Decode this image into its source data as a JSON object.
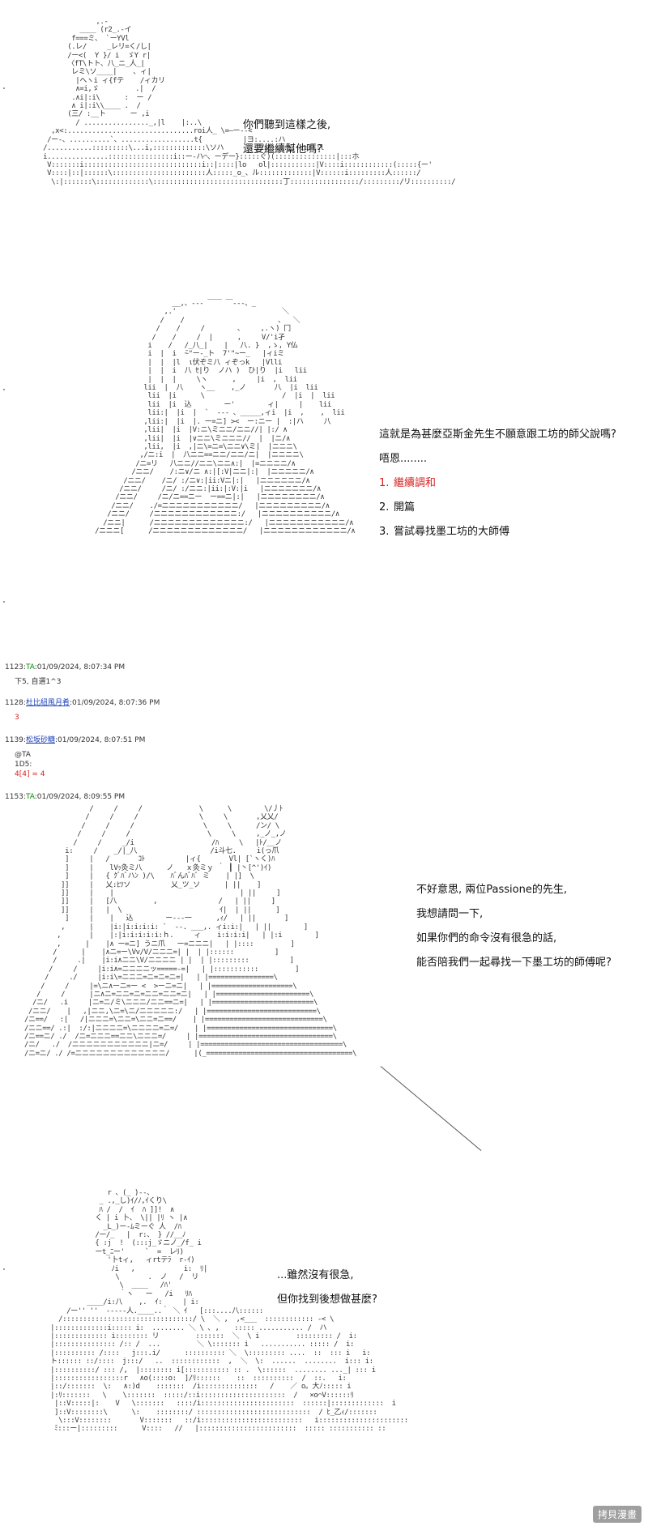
{
  "scene1": {
    "dialog": [
      "你們聽到這樣之後,",
      "還要繼續幫他嗎?"
    ]
  },
  "scene2": {
    "dialog": [
      "這就是為甚麼亞斯金先生不願意跟工坊的師父說嗎?",
      "唔恩........"
    ],
    "options": [
      {
        "num": "1.",
        "text": "繼續調和",
        "highlight": true
      },
      {
        "num": "2.",
        "text": "開篇",
        "highlight": false
      },
      {
        "num": "3.",
        "text": "嘗試尋找墨工坊的大師傅",
        "highlight": false
      }
    ]
  },
  "posts": [
    {
      "no": "1123:",
      "name": "TA",
      "name_style": "green",
      "date": ":01/09/2024, 8:07:34 PM",
      "body": [
        "下5, 自選1^3"
      ],
      "body_red": false
    },
    {
      "no": "1128:",
      "name": "杜比紐風月肴",
      "name_style": "link",
      "date": ":01/09/2024, 8:07:36 PM",
      "body": [
        "3"
      ],
      "body_red": true
    },
    {
      "no": "1139:",
      "name": "松坂砂糖",
      "name_style": "link",
      "date": ":01/09/2024, 8:07:51 PM",
      "body": [
        "@TA",
        "1D5:"
      ],
      "body_red_line": "4[4] = 4",
      "body_red": false
    },
    {
      "no": "1153:",
      "name": "TA",
      "name_style": "green",
      "date": ":01/09/2024, 8:09:55 PM",
      "body": [],
      "body_red": false
    }
  ],
  "scene3": {
    "dialog": [
      "不好意思, 兩位Passione的先生,",
      "我想請問一下,",
      "如果你們的命令沒有很急的話,",
      "能否陪我們一起尋找一下墨工坊的師傅呢?"
    ]
  },
  "scene4": {
    "dialog": [
      "...雖然沒有很急,",
      "但你找到後想做甚麼?"
    ]
  },
  "watermark": "拷貝漫畫"
}
